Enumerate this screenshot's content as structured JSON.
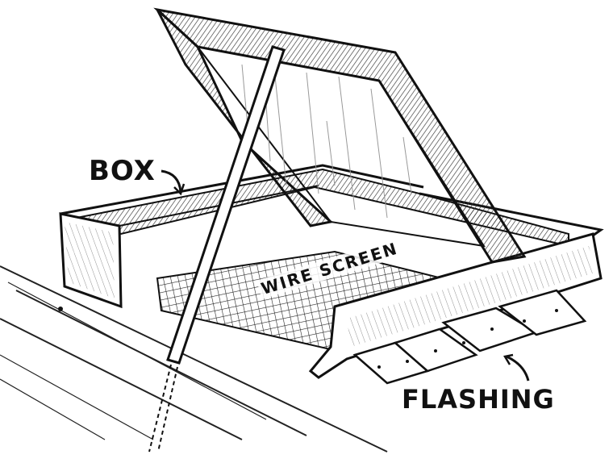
{
  "labels": {
    "box": "BOX",
    "wire_screen": "WIRE SCREEN",
    "flashing": "FLASHING"
  },
  "colors": {
    "ink": "#111111",
    "paper": "#ffffff"
  }
}
